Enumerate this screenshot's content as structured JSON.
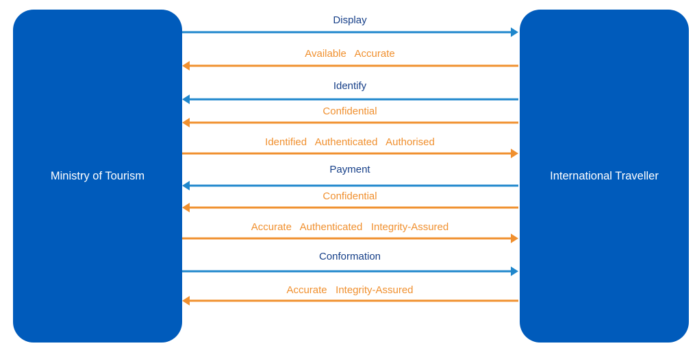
{
  "colors": {
    "box": "#005bbb",
    "blue": "#1f87cc",
    "orange": "#f0902f",
    "blue_text": "#163f88",
    "orange_text": "#f0902f"
  },
  "actors": {
    "left": {
      "label": "Ministry of Tourism"
    },
    "right": {
      "label": "International Traveller"
    }
  },
  "flows": [
    {
      "label": "Display",
      "color": "blue",
      "direction": "right"
    },
    {
      "label": "Available   Accurate",
      "color": "orange",
      "direction": "left"
    },
    {
      "label": "Identify",
      "color": "blue",
      "direction": "left"
    },
    {
      "label": "Confidential",
      "color": "orange",
      "direction": "left"
    },
    {
      "label": "Identified   Authenticated   Authorised",
      "color": "orange",
      "direction": "right"
    },
    {
      "label": "Payment",
      "color": "blue",
      "direction": "left"
    },
    {
      "label": "Confidential",
      "color": "orange",
      "direction": "left"
    },
    {
      "label": "Accurate   Authenticated   Integrity-Assured",
      "color": "orange",
      "direction": "right"
    },
    {
      "label": "Conformation",
      "color": "blue",
      "direction": "right"
    },
    {
      "label": "Accurate   Integrity-Assured",
      "color": "orange",
      "direction": "left"
    }
  ]
}
